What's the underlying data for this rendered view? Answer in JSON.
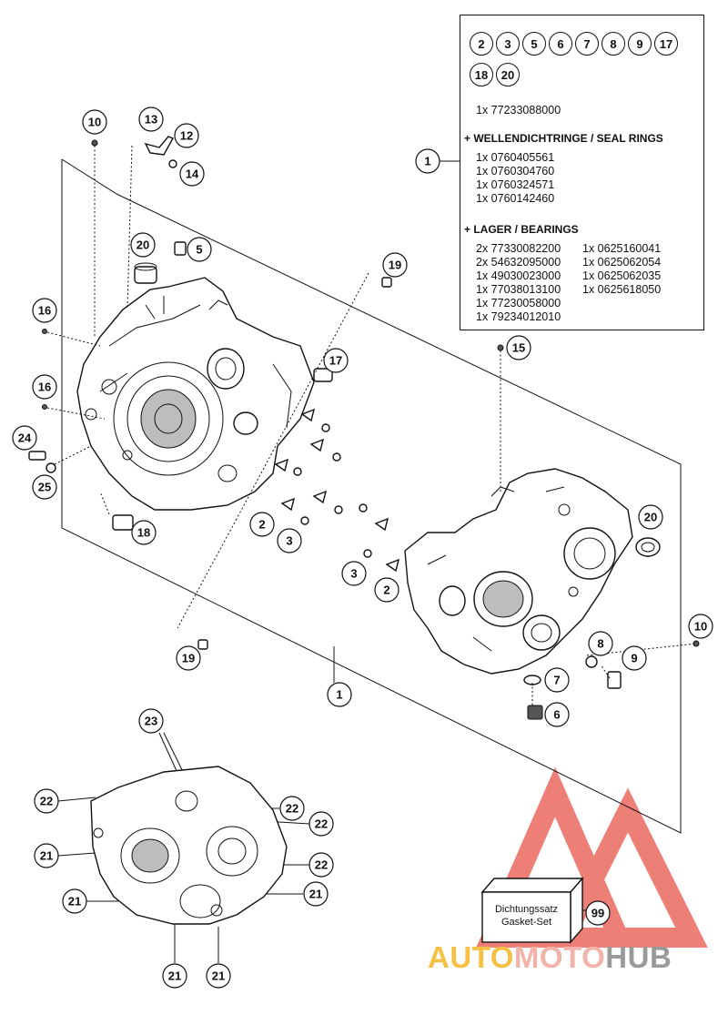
{
  "infobox": {
    "chips": [
      "2",
      "3",
      "5",
      "6",
      "7",
      "8",
      "9",
      "17",
      "18",
      "20"
    ],
    "kit_part": "1x 77233088000",
    "seal_header": "+ WELLENDICHTRINGE / SEAL RINGS",
    "seal_parts": [
      "1x 0760405561",
      "1x 0760304760",
      "1x 0760324571",
      "1x 0760142460"
    ],
    "bearing_header": "+ LAGER / BEARINGS",
    "bearing_left": [
      "2x 77330082200",
      "2x 54632095000",
      "1x 49030023000",
      "1x 77038013100",
      "1x 77230058000",
      "1x 79234012010"
    ],
    "bearing_right": [
      "1x 0625160041",
      "1x 0625062054",
      "1x 0625062035",
      "1x 0625618050"
    ]
  },
  "gasket": {
    "line1": "Dichtungssatz",
    "line2": "Gasket-Set",
    "callout": "99"
  },
  "callouts": {
    "c10a": "10",
    "c13": "13",
    "c12": "12",
    "c14": "14",
    "c20a": "20",
    "c5": "5",
    "c19a": "19",
    "c16a": "16",
    "c17": "17",
    "c16b": "16",
    "c24": "24",
    "c25": "25",
    "c18": "18",
    "c2a": "2",
    "c3a": "3",
    "c15": "15",
    "c20b": "20",
    "c3b": "3",
    "c2b": "2",
    "c8": "8",
    "c9": "9",
    "c7": "7",
    "c6": "6",
    "c10b": "10",
    "c19b": "19",
    "c1a": "1",
    "c1b": "1",
    "c23": "23",
    "c22a": "22",
    "c22b": "22",
    "c22c": "22",
    "c22d": "22",
    "c21a": "21",
    "c21b": "21",
    "c21c": "21",
    "c21d": "21"
  },
  "logo": {
    "part1": "AUTO",
    "part2": "MOTO",
    "part3": "HUB",
    "color1": "#f5c044",
    "color2": "#f2b3aa",
    "color3": "#9a9a9a",
    "triangle_color": "#e8554a"
  }
}
